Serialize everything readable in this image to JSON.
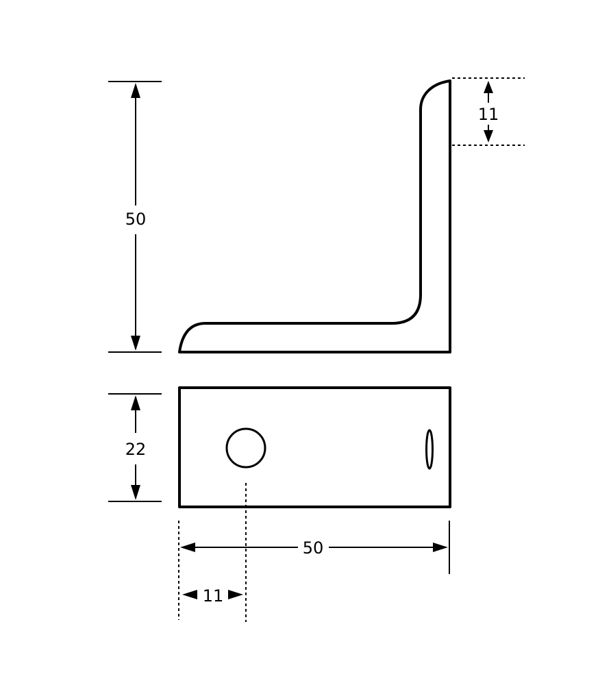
{
  "dimensions": {
    "side_height": "50",
    "flange_radius": "11",
    "top_width": "22",
    "bottom_length": "50",
    "hole_offset": "11"
  }
}
